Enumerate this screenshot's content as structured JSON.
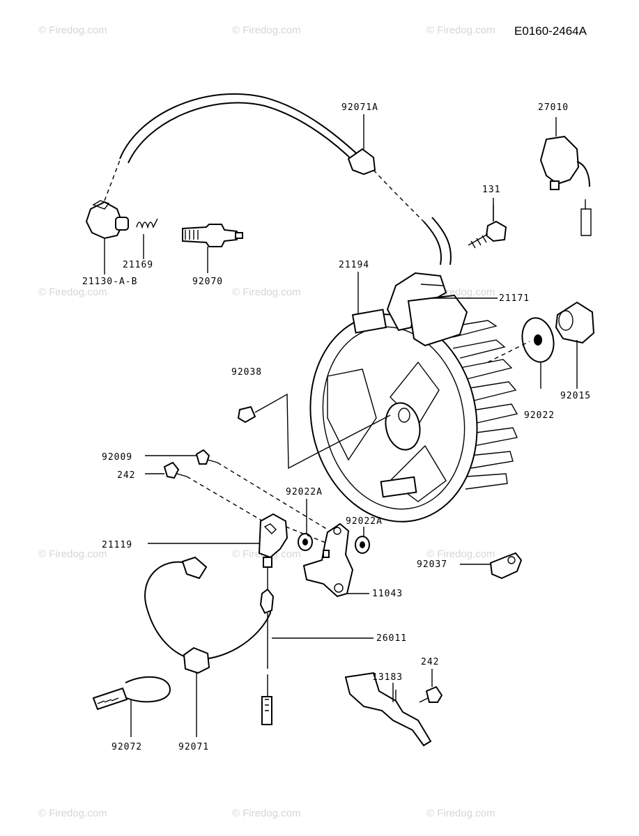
{
  "diagram_code": "E0160-2464A",
  "watermark_text": "© Firedog.com",
  "part_numbers": {
    "p92071A": "92071A",
    "p27010": "27010",
    "p131": "131",
    "p21169": "21169",
    "p21130AB": "21130-A-B",
    "p92070": "92070",
    "p21194": "21194",
    "p21171": "21171",
    "p92038": "92038",
    "p92022": "92022",
    "p92015": "92015",
    "p92009": "92009",
    "p242a": "242",
    "p92022A_1": "92022A",
    "p92022A_2": "92022A",
    "p21119": "21119",
    "p92037": "92037",
    "p11043": "11043",
    "p26011": "26011",
    "p242b": "242",
    "p13183": "13183",
    "p92072": "92072",
    "p92071": "92071"
  }
}
